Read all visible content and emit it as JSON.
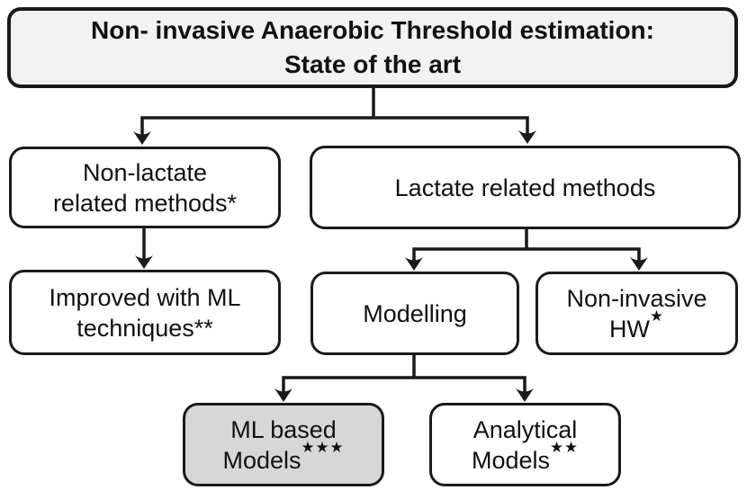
{
  "title": {
    "line1": "Non- invasive Anaerobic Threshold estimation:",
    "line2": "State of the art"
  },
  "nodes": {
    "non_lactate": {
      "line1": "Non-lactate",
      "line2": "related methods*"
    },
    "lactate": {
      "line1": "Lactate related methods"
    },
    "improved_ml": {
      "line1": "Improved with ML",
      "line2": "techniques**"
    },
    "modelling": {
      "line1": "Modelling"
    },
    "non_invasive_hw": {
      "line1": "Non-invasive",
      "line2": "HW",
      "stars": "★"
    },
    "ml_models": {
      "line1": "ML based",
      "line2": "Models",
      "stars": "★★★"
    },
    "analytical_models": {
      "line1": "Analytical",
      "line2": "Models",
      "stars": "★★"
    }
  },
  "colors": {
    "line": "#1a1a1a",
    "border": "#1a1a1a",
    "title_fill": "#f2f2f2",
    "node_fill": "#ffffff",
    "highlight_fill": "#d7d7d7",
    "bg": "#ffffff",
    "text": "#111111"
  }
}
